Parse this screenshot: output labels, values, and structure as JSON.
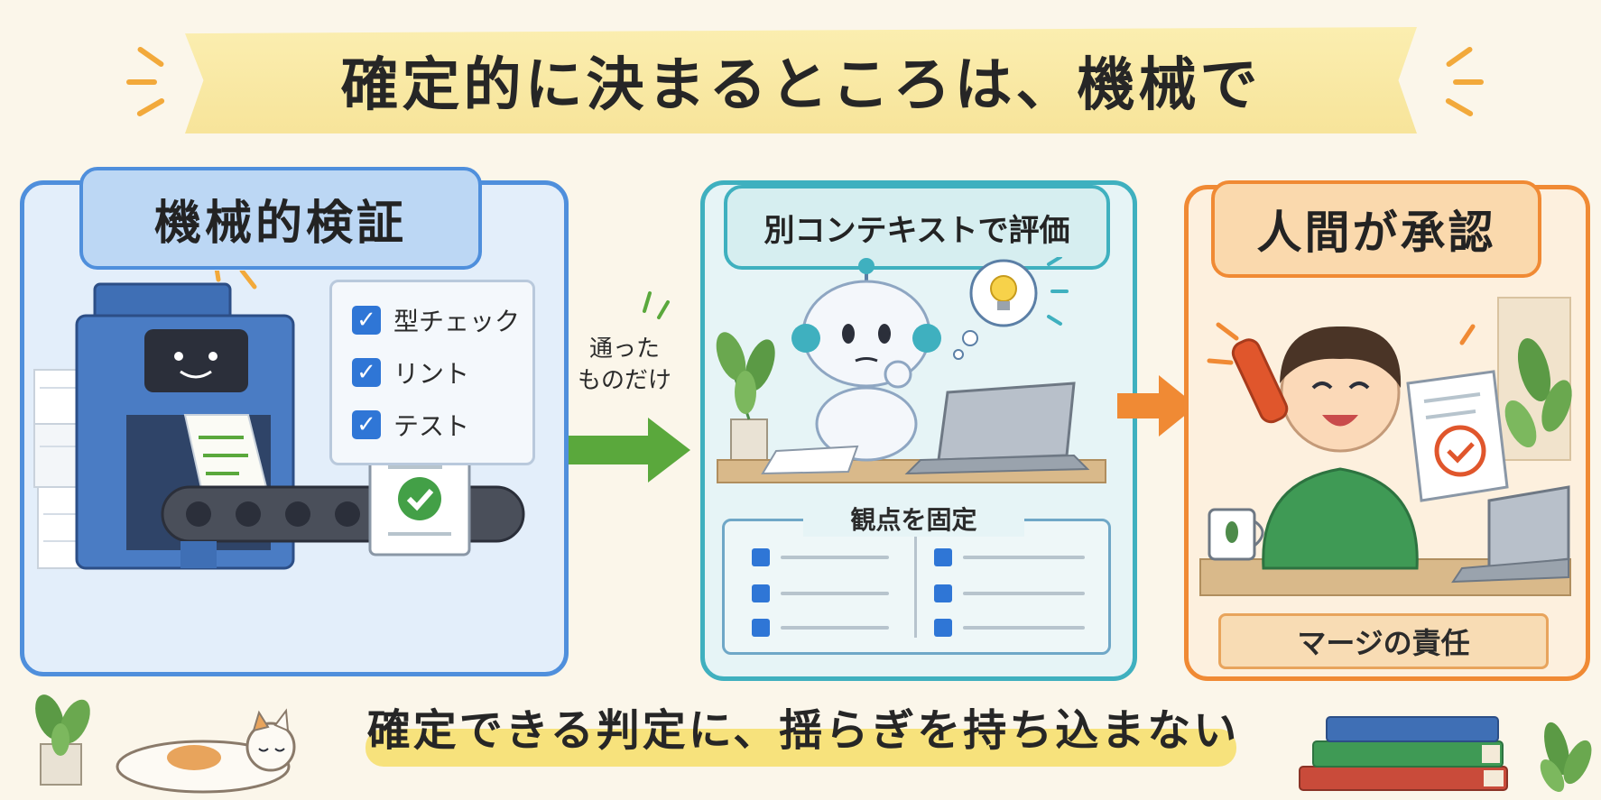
{
  "title": "確定的に決まるところは、機械で",
  "panels": [
    {
      "heading": "機械的検証",
      "checklist": [
        "型チェック",
        "リント",
        "テスト"
      ],
      "check_glyph": "✓",
      "accent": "#4f8fdc"
    },
    {
      "heading": "別コンテキストで評価",
      "card_label": "観点を固定",
      "accent": "#3fb0bf"
    },
    {
      "heading": "人間が承認",
      "card_label": "マージの責任",
      "accent": "#f08a34"
    }
  ],
  "arrow_1_label": "通った\nものだけ",
  "arrow_colors": {
    "green": "#5aa83c",
    "orange": "#f08a34"
  },
  "tagline": "確定できる判定に、揺らぎを持ち込まない",
  "icons": [
    "robot-icon",
    "lightbulb-icon",
    "laptop-icon",
    "check-circle-icon",
    "stamp-icon",
    "cat-icon",
    "plant-icon",
    "books-icon",
    "mug-icon"
  ]
}
